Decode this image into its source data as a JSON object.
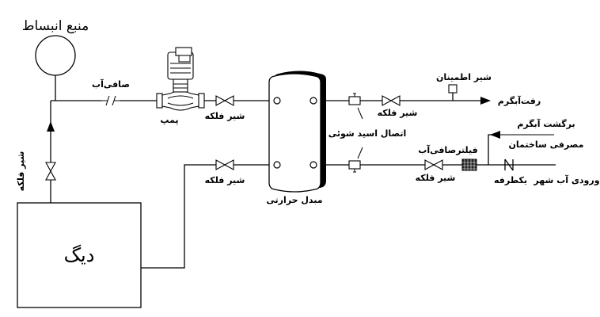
{
  "labels": {
    "expansion_tank": "منبع انبساط",
    "boiler": "دیگ",
    "strainer_top": "صافی‌آب",
    "pump": "پمپ",
    "gate_valve": "شیر فلکه",
    "heat_exchanger": "مبدل حرارتی",
    "acid_wash_connection": "اتصال اسید شوئی",
    "safety_valve": "شیر اطمینان",
    "hot_water_supply": "رفت‌آبگرم",
    "hot_water_return_line1": "برگشت آبگرم",
    "hot_water_return_line2": "مصرفی ساختمان",
    "filter_strainer": "فیلترصافی‌آب",
    "check_valve": "یکطرفه",
    "city_water_inlet": "ورودی آب شهر"
  },
  "colors": {
    "line": "#000000",
    "fill": "#ffffff",
    "filter_fill": "#222222"
  }
}
